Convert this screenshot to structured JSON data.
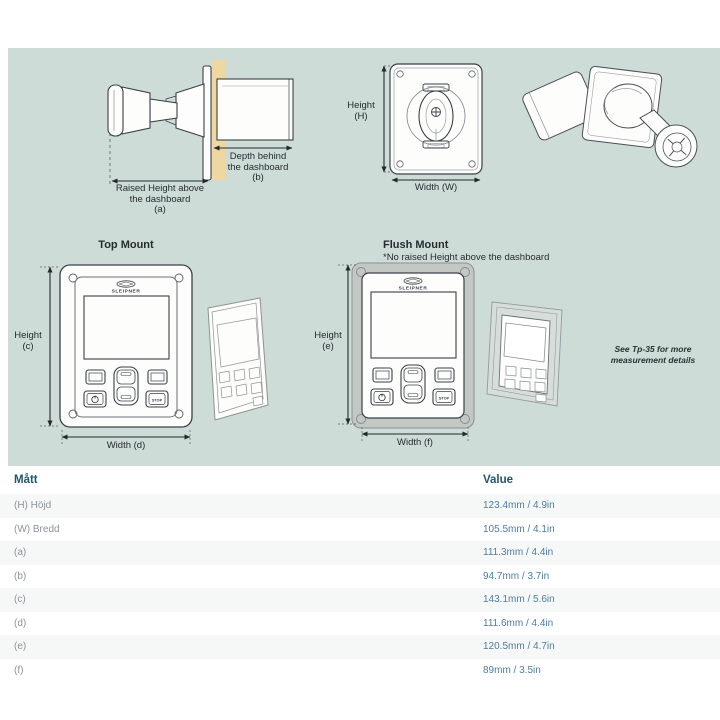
{
  "diagram": {
    "side_view": {
      "label_a": "Raised Height above\nthe dashboard\n(a)",
      "label_b": "Depth behind\nthe dashboard\n(b)"
    },
    "front_view": {
      "height_label": "Height\n(H)",
      "width_label": "Width (W)"
    },
    "top_mount": {
      "title": "Top Mount",
      "brand": "SLEIPNER",
      "stop": "STOP",
      "height_label": "Height\n(c)",
      "width_label": "Width (d)"
    },
    "flush_mount": {
      "title": "Flush Mount",
      "subtitle": "*No raised Height above the dashboard",
      "brand": "SLEIPNER",
      "stop": "STOP",
      "height_label": "Height\n(e)",
      "width_label": "Width (f)"
    },
    "note": "See Tp-35 for more\nmeasurement details"
  },
  "table": {
    "headers": [
      "Mått",
      "Value"
    ],
    "rows": [
      {
        "label": "(H) Höjd",
        "value": "123.4mm / 4.9in"
      },
      {
        "label": "(W) Bredd",
        "value": "105.5mm / 4.1in"
      },
      {
        "label": "(a)",
        "value": "111.3mm / 4.4in"
      },
      {
        "label": "(b)",
        "value": "94.7mm / 3.7in"
      },
      {
        "label": "(c)",
        "value": "143.1mm / 5.6in"
      },
      {
        "label": "(d)",
        "value": "111.6mm / 4.4in"
      },
      {
        "label": "(e)",
        "value": "120.5mm / 4.7in"
      },
      {
        "label": "(f)",
        "value": "89mm / 3.5in"
      }
    ]
  },
  "colors": {
    "panel_background": "#cedcd8",
    "dashboard_tan": "#eed7a0",
    "header_teal": "#215669",
    "value_blue": "#4c7e9c",
    "row_label_gray": "#8b959d",
    "zebra_gray": "#f6f7f7"
  }
}
